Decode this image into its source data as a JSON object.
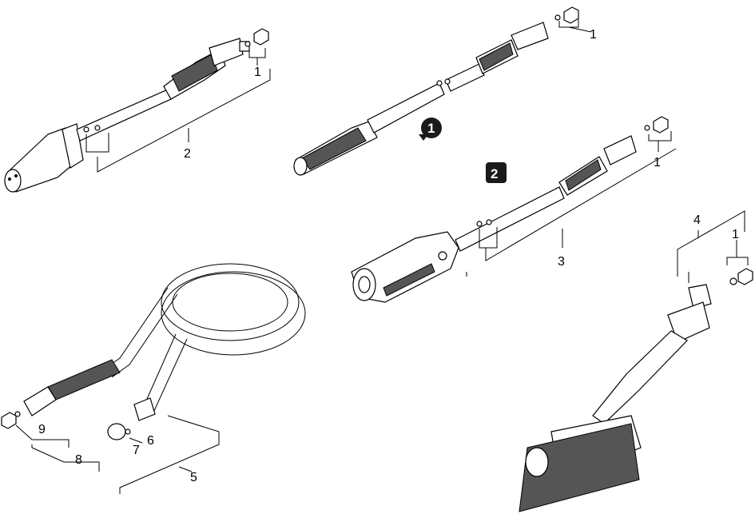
{
  "callouts": {
    "c1a": "1",
    "c1b": "1",
    "c1c": "1",
    "c1d": "1",
    "c2": "2",
    "c3": "3",
    "c4": "4",
    "c5": "5",
    "c6": "6",
    "c7": "7",
    "c8": "8",
    "c9": "9"
  },
  "badges": {
    "step1": "1",
    "step2": "2"
  },
  "colors": {
    "line": "#000000",
    "grip": "#555555",
    "badge": "#1a1a1a",
    "background": "#ffffff"
  }
}
